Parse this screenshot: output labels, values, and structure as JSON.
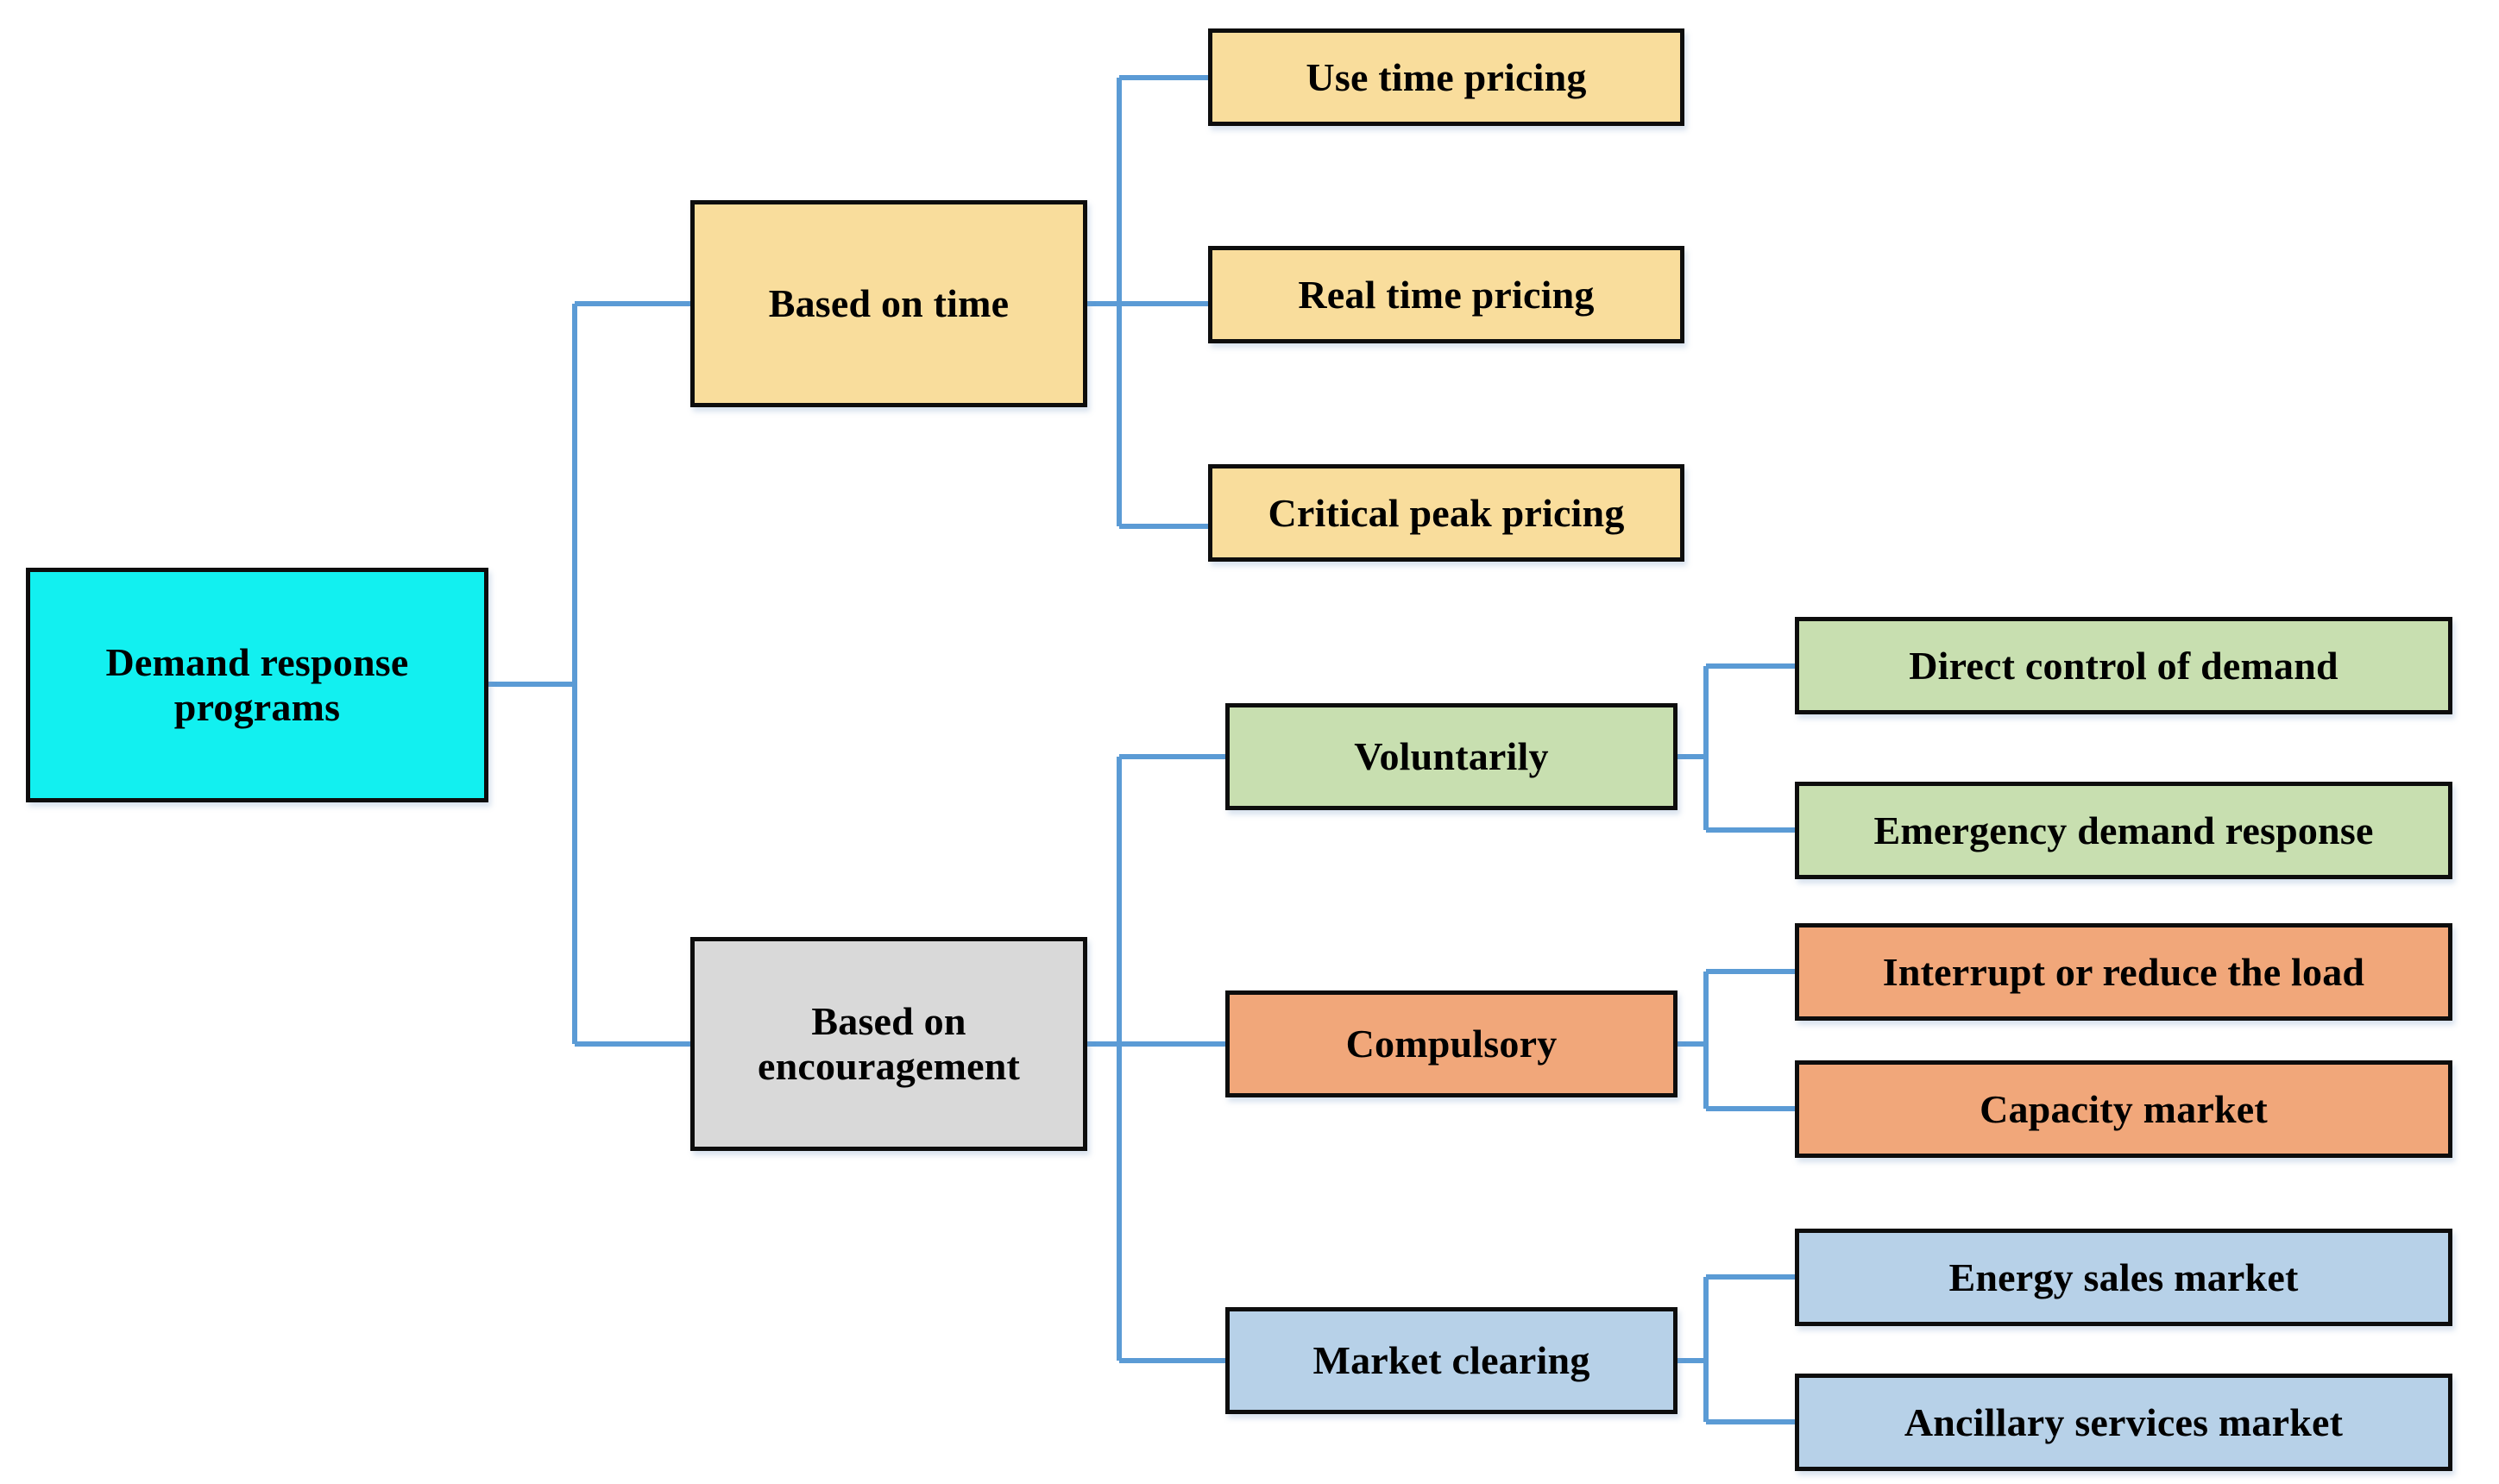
{
  "diagram": {
    "type": "hierarchy-tree",
    "orientation": "left-to-right",
    "background": "#FFFFFF",
    "connector_color": "#5B9BD5",
    "border_color": "#0D0D0D",
    "root": {
      "id": "demand-response-programs",
      "label": "Demand response\nprograms",
      "label_line1": "Demand response",
      "label_line2": "programs",
      "fill": "#12F0F0"
    },
    "branches": [
      {
        "id": "based-on-time",
        "label": "Based on time",
        "fill": "#F9DD9C",
        "children": [
          {
            "id": "use-time-pricing",
            "label": "Use time pricing",
            "fill": "#F9DD9C"
          },
          {
            "id": "real-time-pricing",
            "label": "Real time pricing",
            "fill": "#F9DD9C"
          },
          {
            "id": "critical-peak-pricing",
            "label": "Critical peak pricing",
            "fill": "#F9DD9C"
          }
        ]
      },
      {
        "id": "based-on-encouragement",
        "label": "Based on\nencouragement",
        "label_line1": "Based on",
        "label_line2": "encouragement",
        "fill": "#D9D9D9",
        "children": [
          {
            "id": "voluntarily",
            "label": "Voluntarily",
            "fill": "#C8DFB0",
            "children": [
              {
                "id": "direct-control-of-demand",
                "label": "Direct control of demand",
                "fill": "#C8DFB0"
              },
              {
                "id": "emergency-demand-response",
                "label": "Emergency demand response",
                "fill": "#C8DFB0"
              }
            ]
          },
          {
            "id": "compulsory",
            "label": "Compulsory",
            "fill": "#F1A77A",
            "children": [
              {
                "id": "interrupt-or-reduce-the-load",
                "label": "Interrupt or reduce the load",
                "fill": "#F1A77A"
              },
              {
                "id": "capacity-market",
                "label": "Capacity market",
                "fill": "#F1A77A"
              }
            ]
          },
          {
            "id": "market-clearing",
            "label": "Market clearing",
            "fill": "#B7D1E8",
            "children": [
              {
                "id": "energy-sales-market",
                "label": "Energy sales market",
                "fill": "#B7D1E8"
              },
              {
                "id": "ancillary-services-market",
                "label": "Ancillary services market",
                "fill": "#B7D1E8"
              }
            ]
          }
        ]
      }
    ]
  }
}
